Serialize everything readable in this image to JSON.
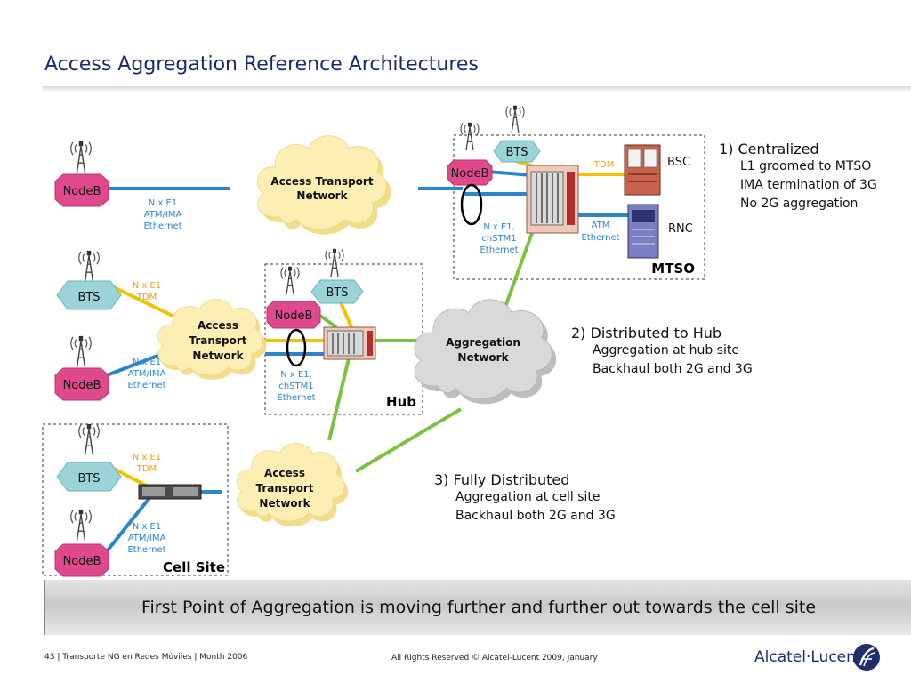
{
  "slide": {
    "title": "Access Aggregation Reference Architectures"
  },
  "diagram": {
    "node_labels": {
      "nodeb": "NodeB",
      "bts": "BTS"
    },
    "clouds": {
      "access_top": [
        "Access Transport",
        "Network"
      ],
      "access_mid": [
        "Access",
        "Transport",
        "Network"
      ],
      "access_bottom": [
        "Access",
        "Transport",
        "Network"
      ],
      "aggregation": [
        "Aggregation",
        "Network"
      ]
    },
    "link_labels": {
      "e1_atm_eth": [
        "N x E1",
        "ATM/IMA",
        "Ethernet"
      ],
      "e1_tdm": [
        "N x E1",
        "TDM"
      ],
      "e1_stm1_eth": [
        "N x E1,",
        "chSTM1",
        "Ethernet"
      ],
      "tdm": "TDM",
      "atm_eth": [
        "ATM",
        "Ethernet"
      ]
    },
    "equipment": {
      "bsc": "BSC",
      "rnc": "RNC"
    },
    "sites": {
      "mtso": "MTSO",
      "hub": "Hub",
      "cell_site": "Cell Site"
    },
    "colors": {
      "ethernet_link": "#2a86c9",
      "tdm_link": "#f2c200",
      "backhaul_link": "#7cc242",
      "cloud_yellow": "#fdefb3",
      "cloud_gray": "#d9d9d9",
      "nodeb_pink": "#e04a8c",
      "bts_teal": "#9ad4d9"
    }
  },
  "architectures": [
    {
      "title": "1) Centralized",
      "lines": [
        "L1 groomed to MTSO",
        "IMA termination of 3G",
        "No 2G aggregation"
      ]
    },
    {
      "title": "2) Distributed to Hub",
      "lines": [
        "Aggregation at hub site",
        "Backhaul both 2G and 3G"
      ]
    },
    {
      "title": "3) Fully Distributed",
      "lines": [
        "Aggregation at cell site",
        "Backhaul both 2G and 3G"
      ]
    }
  ],
  "banner": {
    "text": "First Point of Aggregation is moving further and further out towards the cell site"
  },
  "footer": {
    "left": "43 | Transporte NG en Redes Móviles | Month 2006",
    "center": "All Rights Reserved © Alcatel-Lucent 2009, January",
    "logo_text": "Alcatel·Lucent",
    "logo_icon": "alcatel-lucent-logo-icon"
  }
}
